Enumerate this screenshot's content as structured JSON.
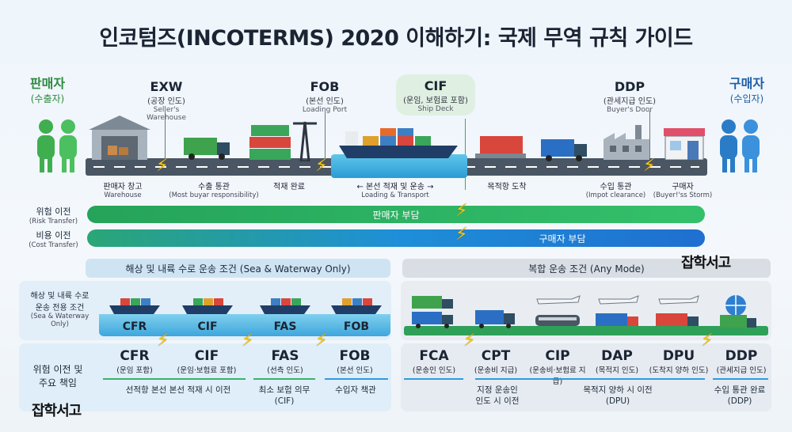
{
  "title": "인코텀즈(INCOTERMS) 2020 이해하기: 국제 무역 규칙 가이드",
  "seller": {
    "label": "판매자",
    "sub": "(수출자)"
  },
  "buyer": {
    "label": "구매자",
    "sub": "(수입자)"
  },
  "stops": [
    {
      "code": "EXW",
      "sub": "(공장 인도)",
      "en": "Seller's Warehouse"
    },
    {
      "code": "FOB",
      "sub": "(본선 인도)",
      "en": "Loading Port"
    },
    {
      "code": "CIF",
      "sub": "(운임, 보험료 포함)",
      "en": "Ship Deck"
    },
    {
      "code": "DDP",
      "sub": "(관세지급 인도)",
      "en": "Buyer's Door"
    }
  ],
  "road_labels": [
    {
      "ko": "판매자 창고",
      "en": "Warehouse"
    },
    {
      "ko": "수출 통관",
      "en": "(Most buyar responsibility)"
    },
    {
      "ko": "적재 완료",
      "en": ""
    },
    {
      "ko": "← 본선 적재 및 운송 →",
      "en": "Loading & Transport"
    },
    {
      "ko": "목적항 도착",
      "en": ""
    },
    {
      "ko": "수입 통관",
      "en": "(Impot clearance)"
    },
    {
      "ko": "구매자",
      "en": "(Buyer!'ss Storm)"
    }
  ],
  "risk": {
    "label": "위험 이전",
    "en": "(Risk Transfer)",
    "bar": "판매자 부담"
  },
  "cost": {
    "label": "비용 이전",
    "en": "(Cost Transfer)",
    "bar": "구매자 부담"
  },
  "sea_head": "해상 및 내륙 수로 운송 조건 (Sea & Waterway Only)",
  "any_head": "복합 운송 조건 (Any Mode)",
  "sea_row_label": {
    "ko1": "해상 및 내륙 수로",
    "ko2": "운송 전용 조건",
    "en1": "(Sea & Waterway",
    "en2": "Only)"
  },
  "sea_terms": [
    "CFR",
    "CIF",
    "FAS",
    "FOB"
  ],
  "logo": "잡학서고",
  "bottom_left_label": {
    "l1": "위험 이전 및",
    "l2": "주요 책임"
  },
  "bottom_terms": [
    {
      "code": "CFR",
      "sub": "(운임 포함)"
    },
    {
      "code": "CIF",
      "sub": "(운임·보험료 포함)"
    },
    {
      "code": "FAS",
      "sub": "(선측 인도)"
    },
    {
      "code": "FOB",
      "sub": "(본선 인도)"
    },
    {
      "code": "FCA",
      "sub": "(운송인 인도)"
    },
    {
      "code": "CPT",
      "sub": "(운송비 지급)"
    },
    {
      "code": "CIP",
      "sub": "(운송비·보험료 지급)"
    },
    {
      "code": "DAP",
      "sub": "(목적지 인도)"
    },
    {
      "code": "DPU",
      "sub": "(도착지 양하 인도)"
    },
    {
      "code": "DDP",
      "sub": "(관세지급 인도)"
    }
  ],
  "notes": {
    "n1": "선적항 본선 본선 적재 시 이전",
    "n2a": "최소 보험 의무",
    "n2b": "(CIF)",
    "n3": "수입자 책관",
    "n4a": "지정 운송인",
    "n4b": "인도 시 이전",
    "n5a": "목적지 양하 시 이전",
    "n5b": "(DPU)",
    "n6a": "수입 통관 완료",
    "n6b": "(DDP)"
  },
  "colors": {
    "seller": "#2e8b3f",
    "buyer": "#1f5fa8",
    "risk_bar": "#2db365",
    "cost_bar": "#1f6fd0",
    "accent": "#f5c518"
  }
}
